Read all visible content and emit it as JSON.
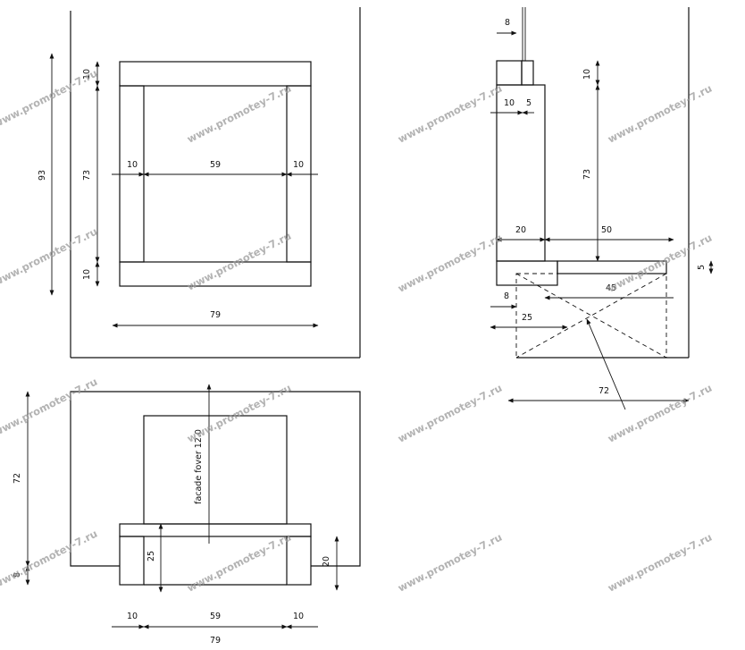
{
  "watermark": "www.promotey-7.ru",
  "colors": {
    "line": "#111111",
    "watermark": "#9a9a9a"
  },
  "front_view": {
    "dims": {
      "height_total": "93",
      "rail": "10",
      "opening": "73",
      "stile_left": "10",
      "stile_right": "10",
      "width_inner": "59",
      "width_total": "79"
    }
  },
  "section_view": {
    "dims": {
      "top_8": "8",
      "w10": "10",
      "w5": "5",
      "h10": "10",
      "h73": "73",
      "w20": "20",
      "w50": "50",
      "h5": "5",
      "w8": "8",
      "w45": "45",
      "w25": "25",
      "w72": "72"
    }
  },
  "plan_view": {
    "facade_label": "facade fover 12.0",
    "dims": {
      "h72": "72",
      "h8": "8",
      "h25": "25",
      "h20": "20",
      "w10_left": "10",
      "w59": "59",
      "w10_right": "10",
      "w79": "79"
    }
  }
}
